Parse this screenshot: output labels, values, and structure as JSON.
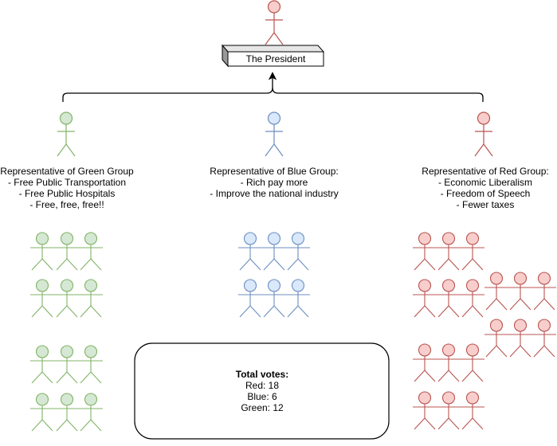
{
  "president": {
    "label": "The President",
    "figure": {
      "fill": "#f8cecc",
      "stroke": "#b85450"
    }
  },
  "representatives": [
    {
      "group": "green",
      "title": "Representative of Green Group",
      "points": [
        "- Free Public Transportation",
        "- Free Public Hospitals",
        "- Free, free, free!!"
      ],
      "figure": {
        "fill": "#d5e8d4",
        "stroke": "#82b366"
      }
    },
    {
      "group": "blue",
      "title": "Representative of Blue Group:",
      "points": [
        "- Rich pay more",
        "- Improve the national industry"
      ],
      "figure": {
        "fill": "#dae8fc",
        "stroke": "#6c8ebf"
      }
    },
    {
      "group": "red",
      "title": "Representative of Red Group:",
      "points": [
        "- Economic Liberalism",
        "- Freedom of Speech",
        "- Fewer taxes"
      ],
      "figure": {
        "fill": "#f8cecc",
        "stroke": "#b85450"
      }
    }
  ],
  "voters": {
    "green": {
      "count": 12,
      "fill": "#d5e8d4",
      "stroke": "#82b366"
    },
    "blue": {
      "count": 6,
      "fill": "#dae8fc",
      "stroke": "#6c8ebf"
    },
    "red": {
      "count": 18,
      "fill": "#f8cecc",
      "stroke": "#b85450"
    }
  },
  "votes": {
    "title": "Total votes:",
    "lines": [
      "Red: 18",
      "Blue: 6",
      "Green: 12"
    ]
  }
}
